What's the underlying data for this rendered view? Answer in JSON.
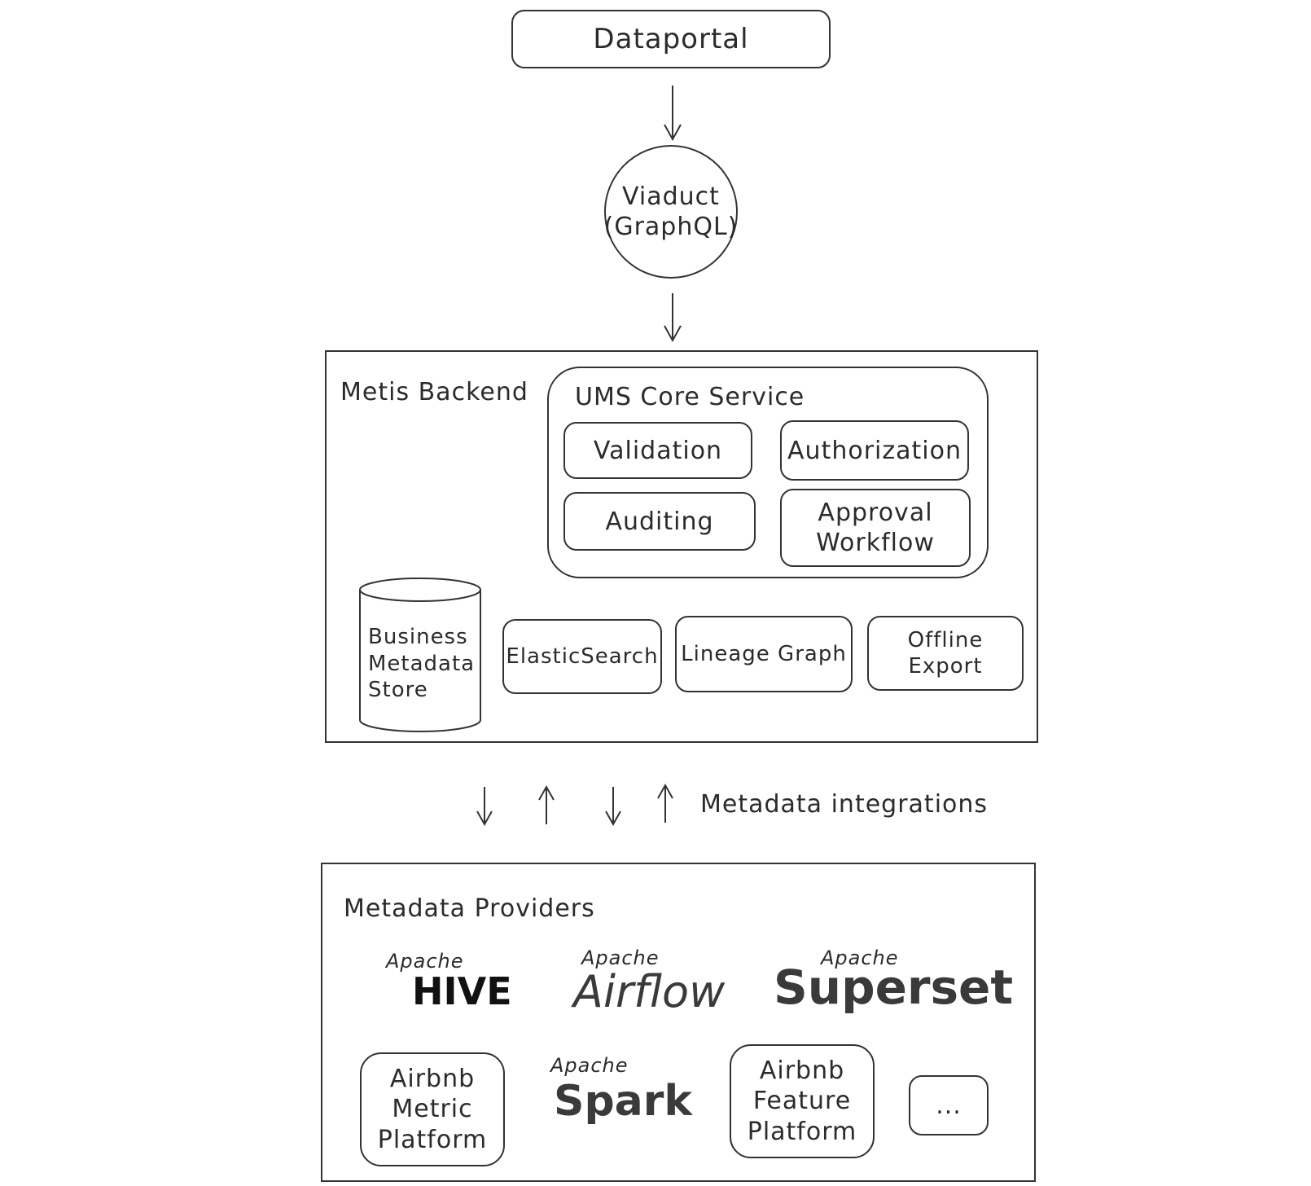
{
  "nodes": {
    "dataportal": "Dataportal",
    "viaduct": "Viaduct\n(GraphQL)",
    "metis_backend": "Metis Backend",
    "ums_core_service": "UMS Core Service",
    "validation": "Validation",
    "authorization": "Authorization",
    "auditing": "Auditing",
    "approval_workflow": "Approval\nWorkflow",
    "business_metadata_store": "Business\nMetadata\nStore",
    "elasticsearch": "ElasticSearch",
    "lineage_graph": "Lineage Graph",
    "offline_export": "Offline\nExport"
  },
  "integrations_label": "Metadata integrations",
  "providers": {
    "title": "Metadata Providers",
    "hive": {
      "prefix": "Apache",
      "name": "HIVE"
    },
    "airflow": {
      "prefix": "Apache",
      "name": "Airflow"
    },
    "superset": {
      "prefix": "Apache",
      "name": "Superset"
    },
    "metric_platform": "Airbnb\nMetric\nPlatform",
    "spark": {
      "prefix": "Apache",
      "name": "Spark"
    },
    "feature_platform": "Airbnb\nFeature\nPlatform",
    "more": "..."
  }
}
